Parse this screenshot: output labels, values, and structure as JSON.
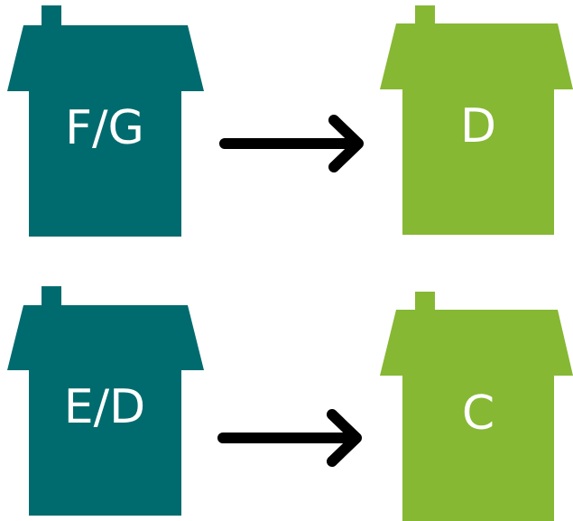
{
  "colors": {
    "current_house": "#006b6e",
    "target_house": "#86b834",
    "arrow": "#000000",
    "label": "#ffffff"
  },
  "rows": [
    {
      "from_label": "F/G",
      "to_label": "D"
    },
    {
      "from_label": "E/D",
      "to_label": "C"
    }
  ]
}
